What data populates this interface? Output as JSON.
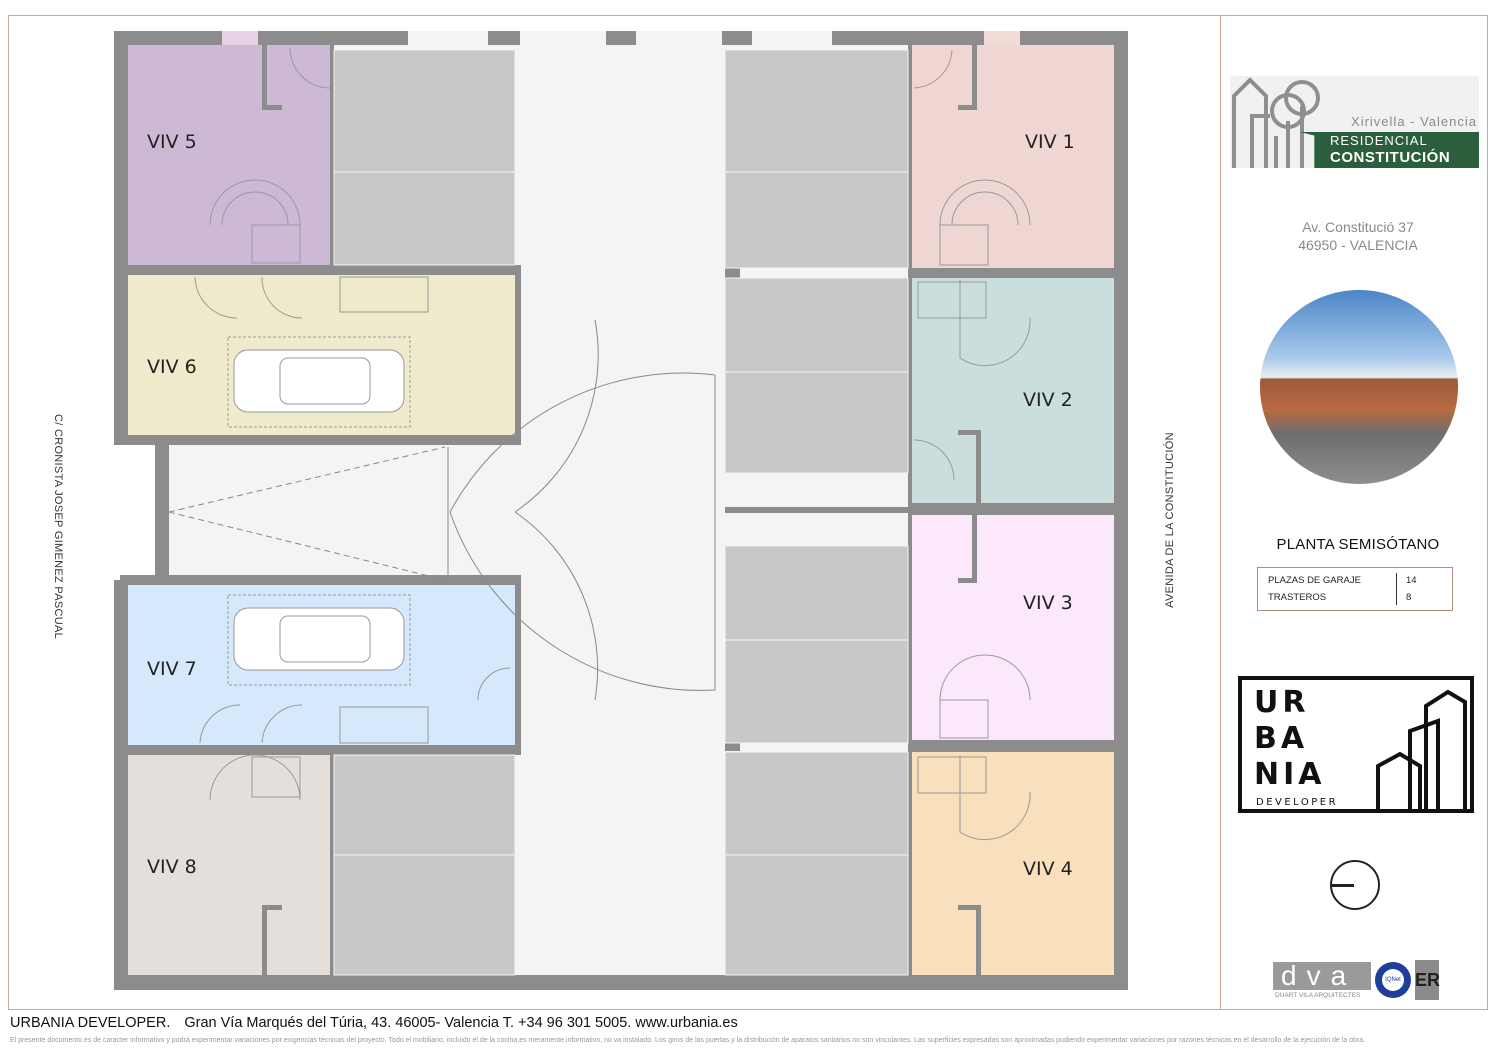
{
  "plan": {
    "units": [
      {
        "id": "VIV 1",
        "color": "#efd6d2"
      },
      {
        "id": "VIV 2",
        "color": "#c9dedd"
      },
      {
        "id": "VIV 3",
        "color": "#fbe9fb"
      },
      {
        "id": "VIV 4",
        "color": "#f8e0bd"
      },
      {
        "id": "VIV 5",
        "color": "#cdb9d6"
      },
      {
        "id": "VIV 6",
        "color": "#efeacb"
      },
      {
        "id": "VIV 7",
        "color": "#d6e8fb"
      },
      {
        "id": "VIV 8",
        "color": "#e5dfdc"
      }
    ],
    "streets": {
      "left": "C/ CRONISTA JOSEP GIMENEZ PASCUAL",
      "right": "AVENIDA DE LA CONSTITUCIÓN"
    },
    "colors": {
      "wall": "#8c8c8c",
      "parking": "#c8c8c8",
      "floor": "#f4f4f4"
    }
  },
  "panel": {
    "brand": {
      "city": "Xirivella - Valencia",
      "line1": "RESIDENCIAL",
      "line2": "CONSTITUCIÓN",
      "color": "#2a5e3c"
    },
    "address": {
      "line1": "Av. Constitució 37",
      "line2": "46950 - VALENCIA"
    },
    "plan_title": "PLANTA SEMISÓTANO",
    "stats": [
      {
        "label": "PLAZAS DE GARAJE",
        "value": "14"
      },
      {
        "label": "TRASTEROS",
        "value": "8"
      }
    ],
    "developer_logo": {
      "lines": [
        "UR",
        "BA",
        "NIA"
      ],
      "sub": "DEVELOPER"
    },
    "architect": {
      "letters": "dva",
      "name": "DUART VILA ARQUITECTES"
    },
    "cert": {
      "iqnet": "IQNet",
      "er": "ER"
    }
  },
  "footer": {
    "company": "URBANIA DEVELOPER.",
    "contact": "Gran Vía Marqués del Túria, 43. 46005- Valencia T. +34 96 301 5005. www.urbania.es",
    "disclaimer": "El presente documento es de caracter informativo y podrá experimentar variaciones por exigencias técnicas del proyecto. Todo el mobiliario, incluido el de la cocina,es meramente informativo, no va instalado. Los giros de las puertas y la distribución de aparatos sanitarios no son vinculantes. Las superficies expresadas son aproximadas pudiendo experimentar variaciones por razones técnicas en el desarrollo de la ejecución de la obra."
  }
}
